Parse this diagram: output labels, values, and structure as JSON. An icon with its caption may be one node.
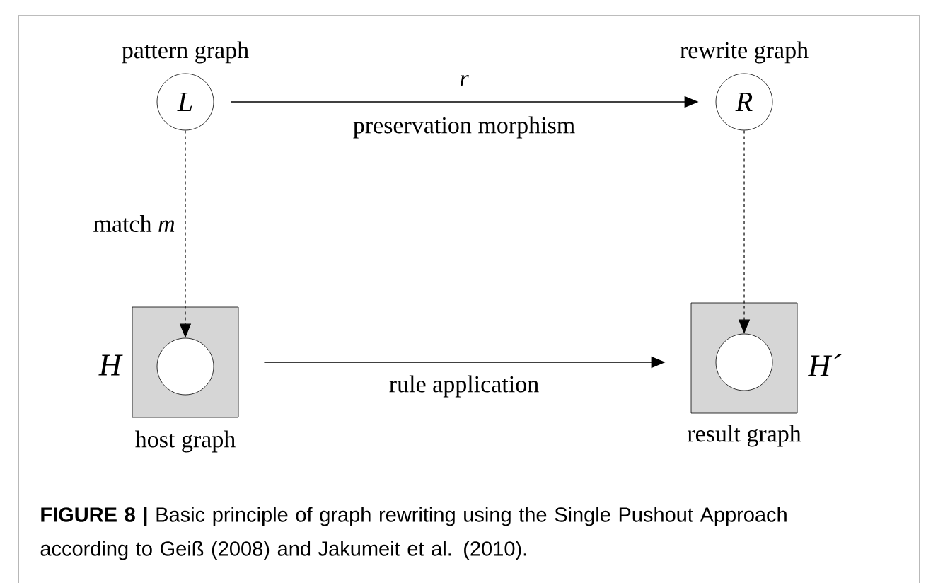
{
  "diagram": {
    "caption": "**FIGURE 8 |** Basic principle of graph rewriting using the Single Pushout Approach according to Geiß (2008) and Jakumeit et al. (2010).",
    "nodes": [
      {
        "text": [
          "L"
        ],
        "beside": [
          "pattern graph"
        ]
      },
      {
        "text": [
          "R"
        ],
        "beside": [
          "rewrite graph"
        ]
      },
      {
        "text": [],
        "shape": "box",
        "beside": [
          "H",
          "host graph"
        ]
      },
      {
        "text": [],
        "shape": "circle",
        "in": 2
      },
      {
        "text": [],
        "shape": "box",
        "beside": [
          "H´",
          "result graph"
        ]
      },
      {
        "text": [],
        "shape": "circle",
        "in": 4
      }
    ],
    "edges": [
      {
        "from": 0,
        "to": 1,
        "arrow": "to",
        "label": "r"
      },
      {
        "from": 0,
        "to": 3,
        "arrow": "to",
        "style": "dashed",
        "label": "match *m*"
      },
      {
        "from": 1,
        "to": 5,
        "arrow": "to",
        "style": "dashed"
      },
      {
        "from": 2,
        "to": 4,
        "arrow": "to",
        "label": "rule application"
      }
    ],
    "labels": [
      "preservation morphism"
    ]
  }
}
